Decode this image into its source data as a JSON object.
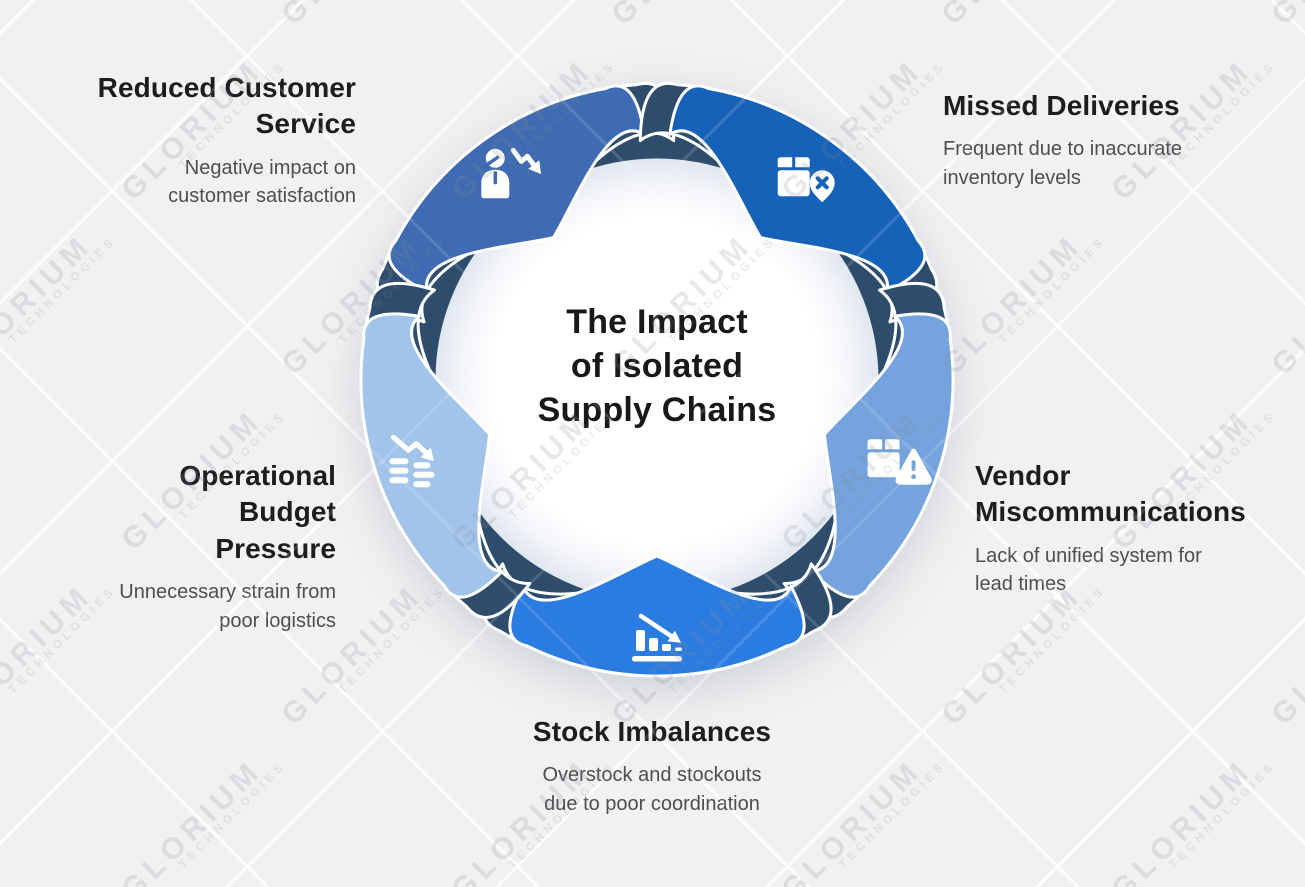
{
  "title_lines": [
    "The Impact",
    "of Isolated",
    "Supply Chains"
  ],
  "watermark": {
    "brand": "GLORIUM",
    "sub": "TECHNOLOGIES"
  },
  "colors": {
    "background": "#f1f1f2",
    "ring_navy": "#2e4d6c",
    "heading_text": "#1c1d1f",
    "body_text": "#4d4e50"
  },
  "segments": [
    {
      "id": "reduced-customer-service",
      "label": "Reduced Customer Service",
      "description": "Negative impact on customer satisfaction",
      "color": "#3e6bb1",
      "icon": "person-decline-icon",
      "angle": 324
    },
    {
      "id": "missed-deliveries",
      "label": "Missed Deliveries",
      "description": "Frequent due to inaccurate inventory levels",
      "color": "#1562b8",
      "icon": "package-x-icon",
      "angle": 36
    },
    {
      "id": "vendor-miscommunications",
      "label": "Vendor Miscommunications",
      "description": "Lack of unified system for lead times",
      "color": "#74a3dd",
      "icon": "package-warning-icon",
      "angle": 108
    },
    {
      "id": "stock-imbalances",
      "label": "Stock Imbalances",
      "description": "Overstock and stockouts due to poor coordination",
      "color": "#2b7ce0",
      "icon": "declining-chart-icon",
      "angle": 180
    },
    {
      "id": "operational-budget-pressure",
      "label": "Operational Budget Pressure",
      "description": "Unnecessary strain from poor logistics",
      "color": "#a2c4ea",
      "icon": "declining-lines-icon",
      "angle": 252
    }
  ]
}
